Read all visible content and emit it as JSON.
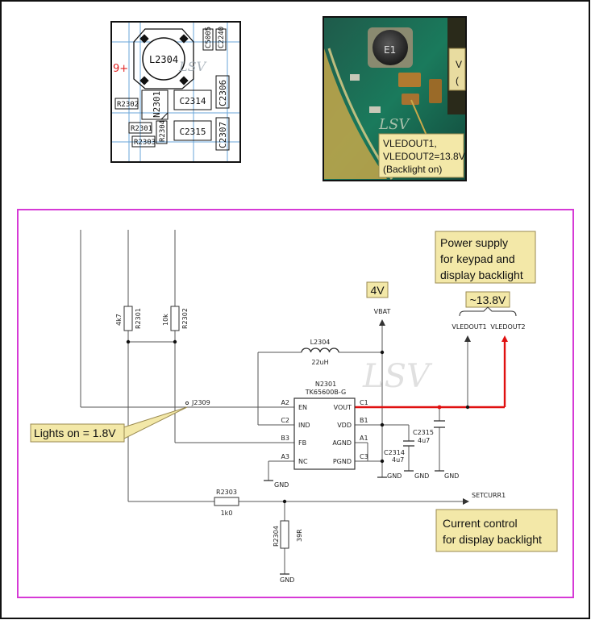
{
  "pcb_layout": {
    "marker": "9+",
    "components": {
      "L2304": "L2304",
      "C5005": "C5005",
      "C2240": "C2240",
      "R2302": "R2302",
      "N2301": "N2301",
      "C2314": "C2314",
      "C2306": "C2306",
      "R2301": "R2301",
      "R2304": "R2304",
      "C2315": "C2315",
      "C2307": "C2307",
      "R2303": "R2303"
    },
    "watermark": "LSV"
  },
  "board_photo": {
    "part_marking": "E1",
    "watermark": "LSV",
    "annotation_lines": [
      "VLEDOUT1,",
      "VLEDOUT2=13.8V",
      "(Backlight on)"
    ],
    "cut_text": [
      "V",
      "("
    ]
  },
  "schematic": {
    "colors": {
      "frame": "#d63ad6",
      "callout_bg": "#f3e8a8",
      "callout_border": "#9a8a50",
      "power_wire": "#e01010",
      "wire": "#555555"
    },
    "watermark": "LSV",
    "resistors": {
      "r2301": {
        "ref": "R2301",
        "value": "4k7"
      },
      "r2302": {
        "ref": "R2302",
        "value": "10k"
      },
      "r2303": {
        "ref": "R2303",
        "value": "1k0"
      },
      "r2304": {
        "ref": "R2304",
        "value": "39R"
      }
    },
    "inductor": {
      "ref": "L2304",
      "value": "22uH"
    },
    "ic": {
      "ref": "N2301",
      "part": "TK65600B-G",
      "left_pins": [
        {
          "ball": "A2",
          "name": "EN"
        },
        {
          "ball": "C2",
          "name": "IND"
        },
        {
          "ball": "B3",
          "name": "FB"
        },
        {
          "ball": "A3",
          "name": "NC"
        }
      ],
      "right_pins": [
        {
          "ball": "C1",
          "name": "VOUT"
        },
        {
          "ball": "B1",
          "name": "VDD"
        },
        {
          "ball": "A1",
          "name": "AGND"
        },
        {
          "ball": "C3",
          "name": "PGND"
        }
      ]
    },
    "capacitors": {
      "c2315": {
        "ref": "C2315",
        "value": "4u7"
      },
      "c2314": {
        "ref": "C2314",
        "value": "4u7"
      }
    },
    "nets": {
      "vbat": "VBAT",
      "vledout1": "VLEDOUT1",
      "vledout2": "VLEDOUT2",
      "setcurr1": "SETCURR1",
      "j2309": "J2309",
      "gnd": "GND"
    },
    "callouts": {
      "power_supply": [
        "Power  supply",
        "for keypad and",
        "display backlight"
      ],
      "vbat_level": "4V",
      "vled_level": "~13.8V",
      "lights_on": "Lights on = 1.8V",
      "current_control": [
        "Current control",
        "for display backlight"
      ]
    }
  }
}
